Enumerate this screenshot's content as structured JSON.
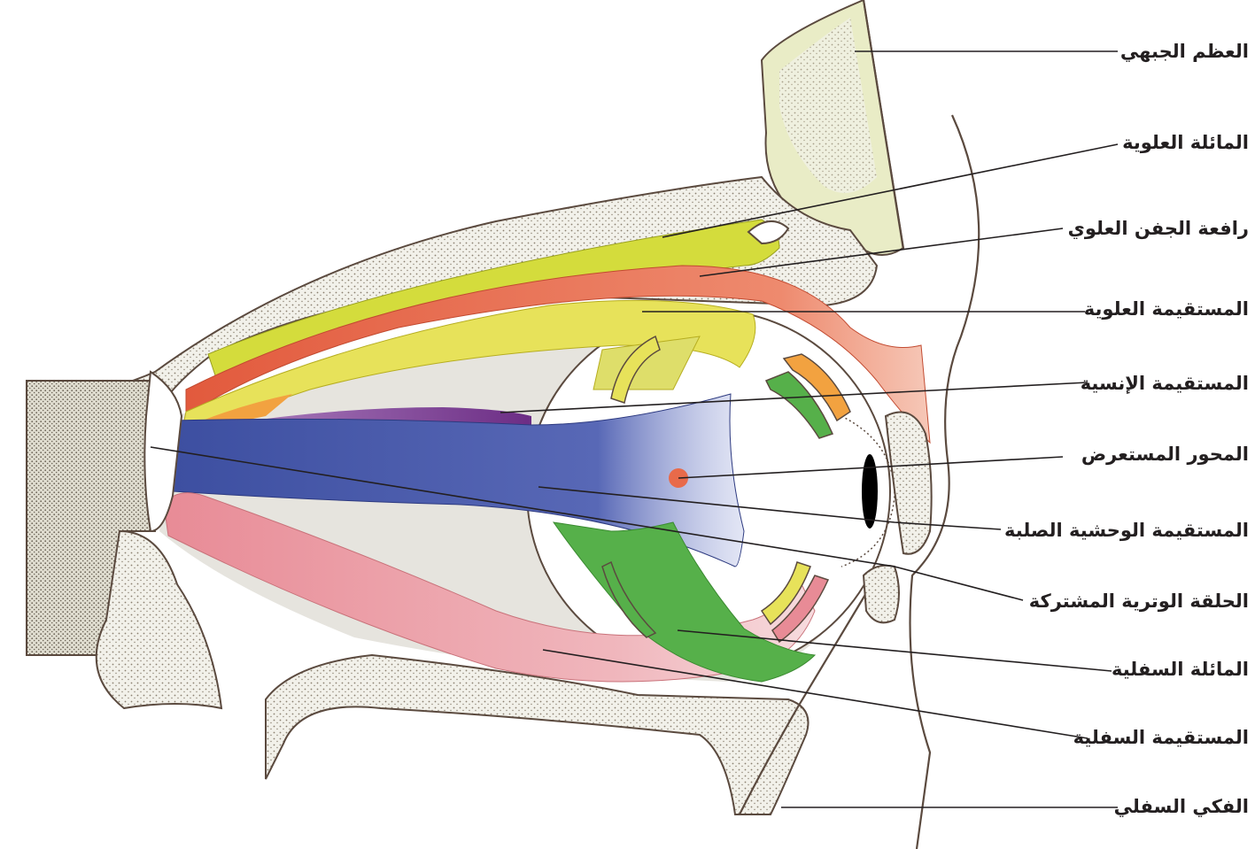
{
  "labels": {
    "frontal_bone": "العظم الجبهي",
    "superior_oblique": "المائلة العلوية",
    "levator_palpebrae": "رافعة الجفن العلوي",
    "superior_rectus": "المستقيمة العلوية",
    "medial_rectus": "المستقيمة الإنسية",
    "transverse_axis": "المحور المستعرض",
    "lateral_rectus_sclera": "المستقيمة الوحشية الصلبة",
    "common_tendinous_ring": "الحلقة الوترية المشتركة",
    "inferior_oblique": "المائلة السفلية",
    "inferior_rectus": "المستقيمة السفلية",
    "maxilla": "الفكي السفلي"
  },
  "colors": {
    "superior_oblique": "#d4dc3c",
    "levator": "#ea6a4c",
    "superior_rectus": "#e7e25a",
    "medial_rectus": "#7a3d8f",
    "lateral_rectus": "#4a5aa8",
    "inferior_rectus": "#e88b96",
    "inferior_oblique": "#56b04a",
    "bone": "#e9ecc6",
    "axis_dot": "#e86a4a"
  }
}
